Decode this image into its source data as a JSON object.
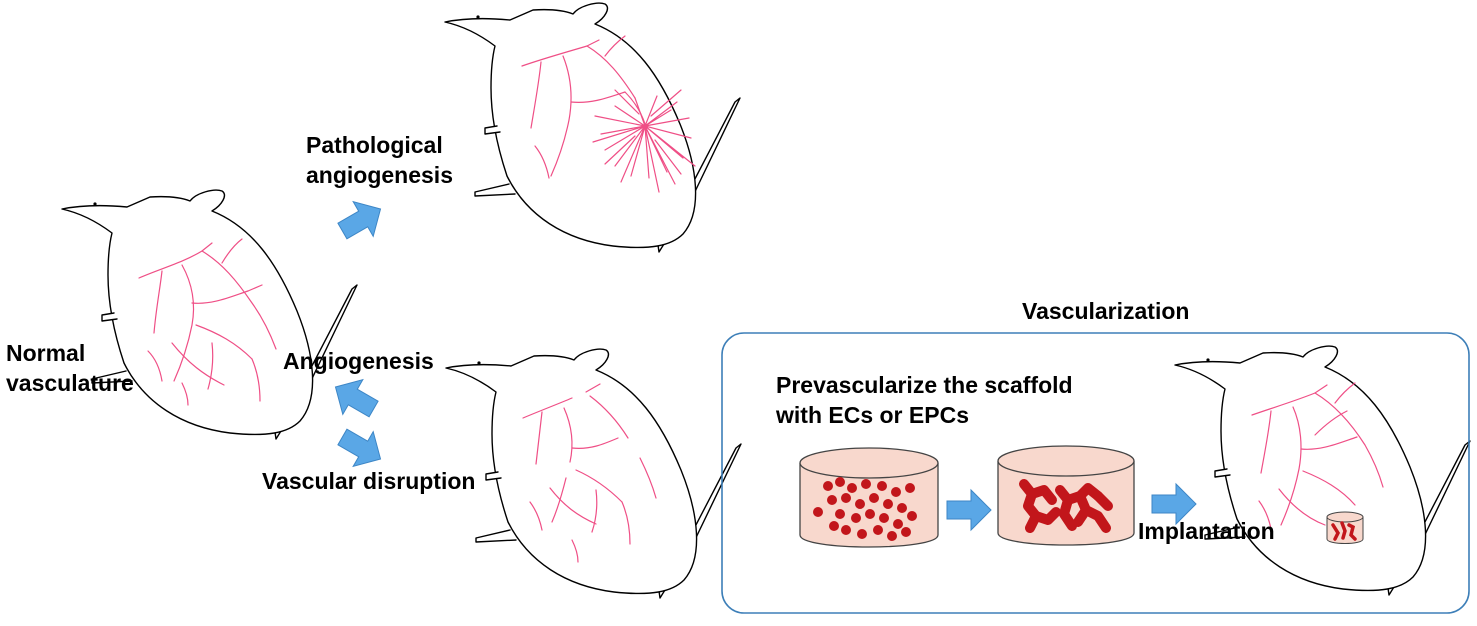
{
  "labels": {
    "normal_vasculature": [
      "Normal",
      "vasculature"
    ],
    "pathological_angiogenesis": [
      "Pathological",
      "angiogenesis"
    ],
    "angiogenesis": "Angiogenesis",
    "vascular_disruption": "Vascular disruption",
    "vascularization_title": "Vascularization",
    "prevascularize": [
      "Prevascularize the scaffold",
      "with ECs or EPCs"
    ],
    "implantation": "Implantation"
  },
  "colors": {
    "vessel": "#ef4f86",
    "arrow_fill": "#5aa7e6",
    "arrow_stroke": "#3d86c6",
    "dish_fill": "#f8d8cd",
    "dish_stroke": "#444444",
    "cell": "#c2161b",
    "panel_border": "#3d7fb8"
  },
  "icons": [
    "mouse-icon",
    "arrow-icon",
    "culture-dish-icon",
    "cell-dot-icon"
  ]
}
